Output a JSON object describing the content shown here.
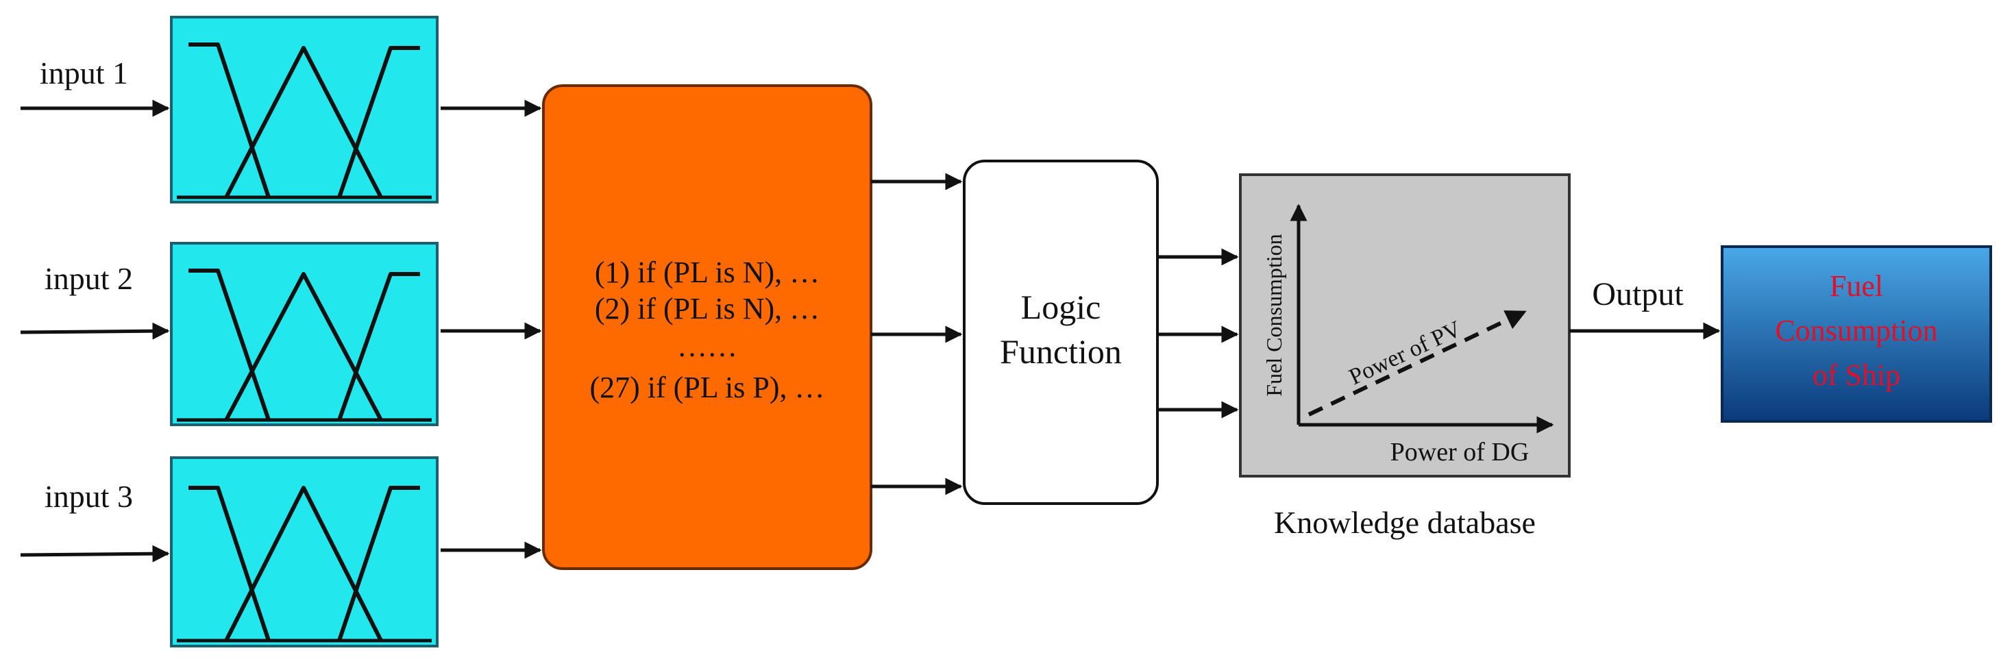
{
  "inputs": [
    {
      "label": "input 1"
    },
    {
      "label": "input 2"
    },
    {
      "label": "input 3"
    }
  ],
  "rules": {
    "line1": "(1) if (PL is N), …",
    "line2": "(2) if (PL is N), …",
    "ellipsis": "……",
    "line3": "(27) if (PL is P), …"
  },
  "logic": {
    "line1": "Logic",
    "line2": "Function"
  },
  "knowledge": {
    "y_axis_label": "Fuel Consumption",
    "diag_label": "Power of PV",
    "x_axis_label": "Power of DG",
    "caption": "Knowledge database"
  },
  "output": {
    "label": "Output",
    "result_line1": "Fuel",
    "result_line2": "Consumption",
    "result_line3": "of Ship"
  },
  "colors": {
    "mf_box": "#22e8ee",
    "rules_box": "#ff6a00",
    "logic_box": "#ffffff",
    "knowledge_box": "#c8c8c8",
    "result_box_top": "#4aa8e8",
    "result_box_bottom": "#0a3a7a",
    "result_text": "#e0102a"
  }
}
